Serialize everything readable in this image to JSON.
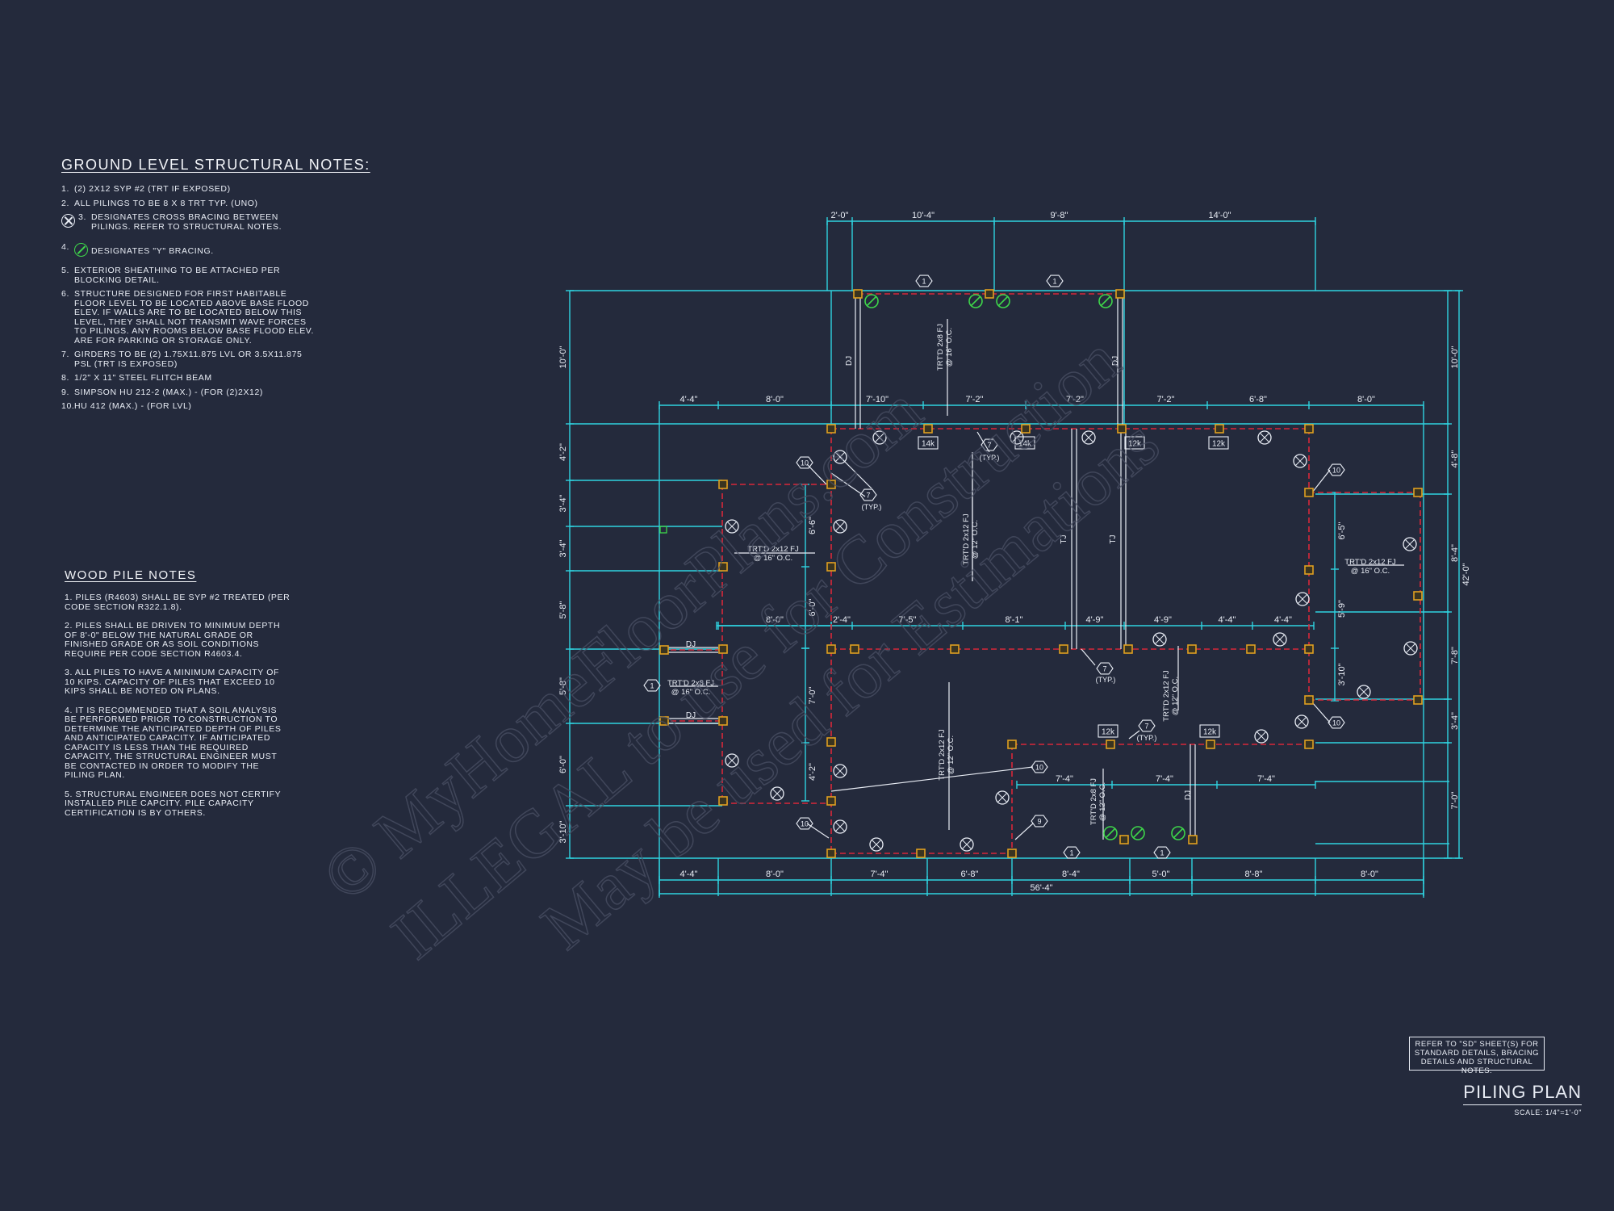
{
  "ground_notes": {
    "title": "GROUND LEVEL STRUCTURAL NOTES:",
    "items": [
      {
        "n": "1.",
        "t": "(2) 2x12 SYP #2 (TRT IF EXPOSED)"
      },
      {
        "n": "2.",
        "t": "ALL PILINGS TO BE 8 x 8 TRT TYP. (UNO)"
      },
      {
        "n": "3.",
        "t": "DESIGNATES CROSS BRACING BETWEEN PILINGS. REFER TO STRUCTURAL NOTES."
      },
      {
        "n": "4.",
        "t": "DESIGNATES \"Y\" BRACING."
      },
      {
        "n": "5.",
        "t": "EXTERIOR SHEATHING TO BE ATTACHED PER BLOCKING DETAIL."
      },
      {
        "n": "6.",
        "t": "STRUCTURE DESIGNED FOR FIRST HABITABLE FLOOR LEVEL TO BE LOCATED ABOVE BASE FLOOD ELEV. IF WALLS ARE TO BE LOCATED BELOW THIS LEVEL, THEY SHALL NOT TRANSMIT WAVE FORCES TO PILINGS. ANY ROOMS BELOW BASE FLOOD ELEV. ARE FOR PARKING OR STORAGE ONLY."
      },
      {
        "n": "7.",
        "t": "GIRDERS TO BE (2) 1.75x11.875 LVL OR 3.5x11.875 PSL (TRT IS EXPOSED)"
      },
      {
        "n": "8.",
        "t": "1/2\" X 11\" STEEL FLITCH BEAM"
      },
      {
        "n": "9.",
        "t": "SIMPSON HU 212-2 (MAX.) - (FOR (2)2x12)"
      },
      {
        "n": "10.",
        "t": "HU 412 (MAX.) - (FOR LVL)"
      }
    ]
  },
  "pile_notes": {
    "title": "WOOD PILE NOTES",
    "items": [
      "1. PILES (R4603) SHALL BE SYP #2 TREATED (PER CODE SECTION R322.1.8).",
      "2. PILES SHALL BE DRIVEN TO MINIMUM DEPTH OF 8'-0\" BELOW THE NATURAL GRADE OR FINISHED GRADE OR AS SOIL CONDITIONS REQUIRE PER CODE SECTION R4603.4.",
      "3. ALL PILES TO HAVE A MINIMUM CAPACITY OF 10 KIPS. CAPACITY OF PILES THAT EXCEED 10 KIPS SHALL BE NOTED ON PLANS.",
      "4. IT IS RECOMMENDED THAT A SOIL ANALYSIS BE PERFORMED PRIOR TO CONSTRUCTION TO DETERMINE THE ANTICIPATED DEPTH OF PILES AND ANTICIPATED CAPACITY. IF ANTICIPATED CAPACITY IS LESS THAN THE REQUIRED CAPACITY, THE STRUCTURAL ENGINEER MUST BE CONTACTED IN ORDER TO MODIFY THE PILING PLAN.",
      "5. STRUCTURAL ENGINEER DOES NOT CERTIFY INSTALLED PILE CAPCITY. PILE CAPACITY CERTIFICATION IS BY OTHERS."
    ]
  },
  "plan": {
    "dims_top_upper": [
      "2'-0\"",
      "10'-4\"",
      "9'-8\"",
      "14'-0\""
    ],
    "dims_top_mid": [
      "4'-4\"",
      "8'-0\"",
      "7'-10\"",
      "7'-2\"",
      "7'-2\"",
      "7'-2\"",
      "6'-8\"",
      "8'-0\""
    ],
    "dims_mid_row": [
      "8'-0\"",
      "2'-4\"",
      "7'-5\"",
      "8'-1\"",
      "4'-9\"",
      "4'-9\"",
      "4'-4\"",
      "4'-4\""
    ],
    "dims_bottom": [
      "4'-4\"",
      "8'-0\"",
      "7'-4\"",
      "6'-8\"",
      "8'-4\"",
      "5'-0\"",
      "8'-8\"",
      "8'-0\""
    ],
    "dim_overall_width": "56'-4\"",
    "dims_left": [
      "10'-0\"",
      "4'-2\"",
      "3'-4\"",
      "3'-4\"",
      "5'-8\"",
      "5'-8\"",
      "6'-0\"",
      "3'-10\""
    ],
    "dims_right": [
      "10'-0\"",
      "4'-8\"",
      "8'-4\"",
      "7'-8\"",
      "3'-4\"",
      "7'-0\""
    ],
    "dim_overall_height": "42'-0\"",
    "dims_inner_left": [
      "6'-6\"",
      "6'-0\"",
      "7'-0\"",
      "4'-2\""
    ],
    "dims_inner_right": [
      "6'-5\"",
      "5'-9\"",
      "3'-10\""
    ],
    "dims_inner_lower": [
      "7'-4\"",
      "7'-4\"",
      "7'-4\""
    ],
    "joist_labels": {
      "j1": "TRT'D 2x8 FJ",
      "j1s": "@ 16\" O.C.",
      "j2": "TRT'D 2x12 FJ",
      "j2s": "@ 12\" O.C.",
      "j3": "TRT'D 2x12 FJ",
      "j3s": "@ 16\" O.C.",
      "j4": "TRT'D 2x12 FJ",
      "j4s": "@ 16\" O.C.",
      "j5": "TRT'D 2x8 FJ",
      "j5s": "@ 16\" O.C.",
      "j6": "TRT'D 2x12 FJ",
      "j6s": "@ 12\" O.C.",
      "j7": "TRT'D 2x12 FJ",
      "j7s": "@ 12\" O.C.",
      "j8": "TRT'D 2x8 FJ",
      "j8s": "@ 12\" O.C."
    },
    "tags": {
      "k14": "14k",
      "k12": "12k",
      "dj": "DJ",
      "tj": "TJ",
      "typ": "(TYP.)"
    },
    "hex_labels": {
      "one": "1",
      "seven": "7",
      "nine": "9",
      "ten": "10"
    }
  },
  "ref_note": "REFER TO \"SD\" SHEET(S) FOR STANDARD DETAILS, BRACING DETAILS AND STRUCTURAL NOTES.",
  "title": "PILING PLAN",
  "scale": "SCALE: 1/4\"=1'-0\"",
  "watermark": {
    "line1": "© MyHomeFloorPlans.com",
    "line2": "ILLEGAL to use for Construction",
    "line3": "May be used for Estimations"
  },
  "colors": {
    "background": "#242a3c",
    "dimension": "#2fd3e0",
    "beam": "#d8283a",
    "pile": "#e0a020",
    "y_brace": "#3ed64a",
    "text": "#e9edf5"
  }
}
